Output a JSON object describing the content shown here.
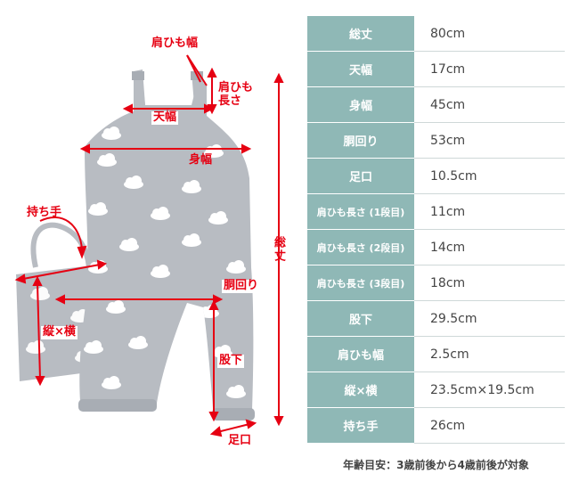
{
  "diagram": {
    "labels": {
      "strap_width": "肩ひも幅",
      "strap_length": "肩ひも\n長さ",
      "top_width": "天幅",
      "body_width": "身幅",
      "handle": "持ち手",
      "waist": "胴回り",
      "bag_size": "縦×横",
      "total_length": "総丈",
      "inseam": "股下",
      "hem": "足口"
    }
  },
  "spec_table": {
    "rows": [
      {
        "key": "総丈",
        "value": "80cm"
      },
      {
        "key": "天幅",
        "value": "17cm"
      },
      {
        "key": "身幅",
        "value": "45cm"
      },
      {
        "key": "胴回り",
        "value": "53cm"
      },
      {
        "key": "足口",
        "value": "10.5cm"
      },
      {
        "key": "肩ひも長さ (1段目)",
        "value": "11cm"
      },
      {
        "key": "肩ひも長さ (2段目)",
        "value": "14cm"
      },
      {
        "key": "肩ひも長さ (3段目)",
        "value": "18cm"
      },
      {
        "key": "股下",
        "value": "29.5cm"
      },
      {
        "key": "肩ひも幅",
        "value": "2.5cm"
      },
      {
        "key": "縦×横",
        "value": "23.5cm×19.5cm"
      },
      {
        "key": "持ち手",
        "value": "26cm"
      }
    ]
  },
  "footnote": "年齢目安：3歳前後から4歳前後が対象",
  "colors": {
    "accent_red": "#e60012",
    "table_key_bg": "#8fb8b6",
    "garment_gray": "#b8bcc2",
    "cloud_white": "#ffffff"
  }
}
